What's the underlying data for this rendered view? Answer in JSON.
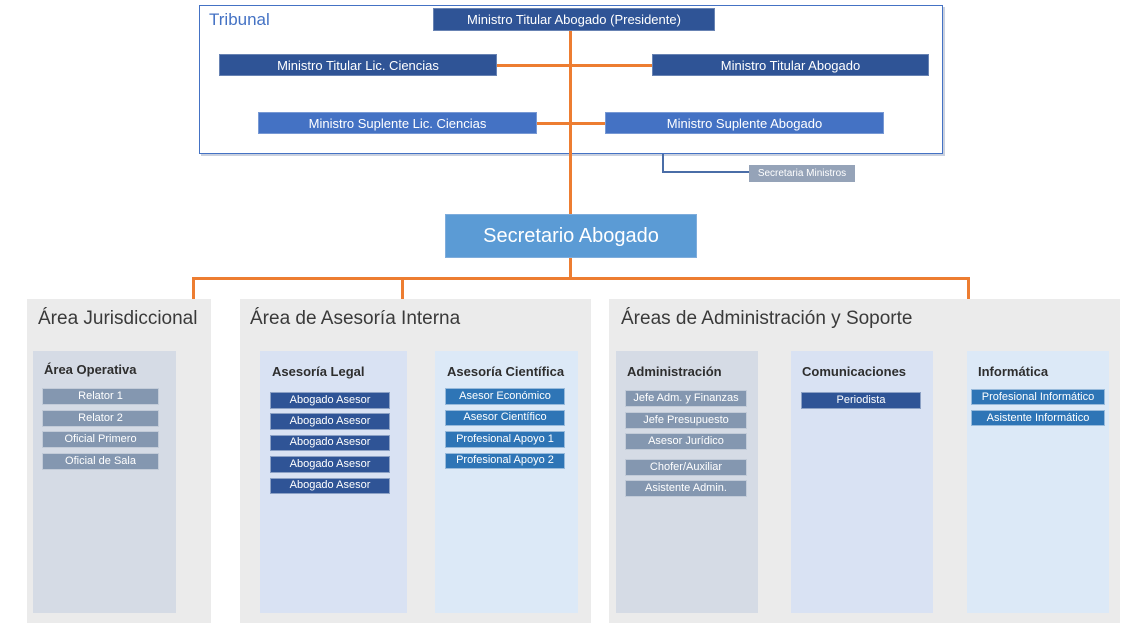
{
  "colors": {
    "orange": "#ED7D31",
    "blue_border": "#4472C4",
    "connector_navy": "#4A6DA7",
    "dark_blue": "#2F5496",
    "accent_blue": "#4472C4",
    "mid_blue": "#2E75B6",
    "sky_blue": "#5B9BD5",
    "gray_blue": "#8497B0",
    "sec_gray": "#95A3B8",
    "panel_gray": "#D5DBE5",
    "panel_lav": "#D9E2F3",
    "panel_sky": "#DCE9F7",
    "container_bg": "#EBEBEB",
    "title_color": "#3A3A3A"
  },
  "tribunal": {
    "label": "Tribunal",
    "president": "Ministro Titular Abogado (Presidente)",
    "titular_lic_ciencias": "Ministro Titular Lic. Ciencias",
    "titular_abogado": "Ministro Titular Abogado",
    "suplente_lic_ciencias": "Ministro Suplente Lic. Ciencias",
    "suplente_abogado": "Ministro Suplente Abogado"
  },
  "secretaria_ministros": {
    "label": "Secretaria Ministros"
  },
  "secretario_abogado": {
    "label": "Secretario Abogado"
  },
  "areas": [
    {
      "title": "Área Jurisdiccional",
      "panels": [
        {
          "title": "Área Operativa",
          "items": [
            "Relator 1",
            "Relator 2",
            "Oficial Primero",
            "Oficial de Sala"
          ]
        }
      ]
    },
    {
      "title": "Área de Asesoría Interna",
      "panels": [
        {
          "title": "Asesoría Legal",
          "items": [
            "Abogado Asesor",
            "Abogado Asesor",
            "Abogado Asesor",
            "Abogado Asesor",
            "Abogado Asesor"
          ]
        },
        {
          "title": "Asesoría Científica",
          "items": [
            "Asesor Económico",
            "Asesor Científico",
            "Profesional Apoyo 1",
            "Profesional Apoyo 2"
          ]
        }
      ]
    },
    {
      "title": "Áreas de Administración y Soporte",
      "panels": [
        {
          "title": "Administración",
          "items": [
            "Jefe Adm. y Finanzas",
            "Jefe Presupuesto",
            "Asesor Jurídico",
            "Chofer/Auxiliar",
            "Asistente Admin."
          ]
        },
        {
          "title": "Comunicaciones",
          "items": [
            "Periodista"
          ]
        },
        {
          "title": "Informática",
          "items": [
            "Profesional Informático",
            "Asistente Informático"
          ]
        }
      ]
    }
  ]
}
